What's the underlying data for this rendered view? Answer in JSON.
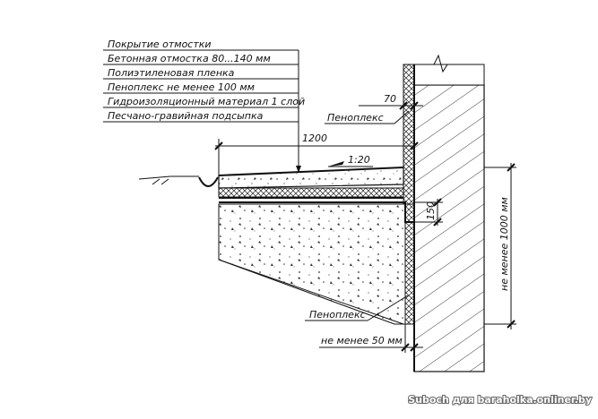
{
  "legend": [
    "Покрытие отмостки",
    "Бетонная отмостка 80...140 мм",
    "Полиэтиленовая пленка",
    "Пеноплекс не менее 100 мм",
    "Гидроизоляционный материал 1 слой",
    "Песчано-гравийная подсыпка"
  ],
  "dimensions": {
    "insulation_thickness": "70",
    "width": "1200",
    "slope": "1:20",
    "step": "150",
    "depth": "не менее 1000 мм",
    "gap": "не менее 50 мм"
  },
  "callouts": {
    "penoplex_top": "Пеноплекс",
    "penoplex_bottom": "Пеноплекс"
  },
  "watermark": "Suboch для baraholka.onliner.by"
}
